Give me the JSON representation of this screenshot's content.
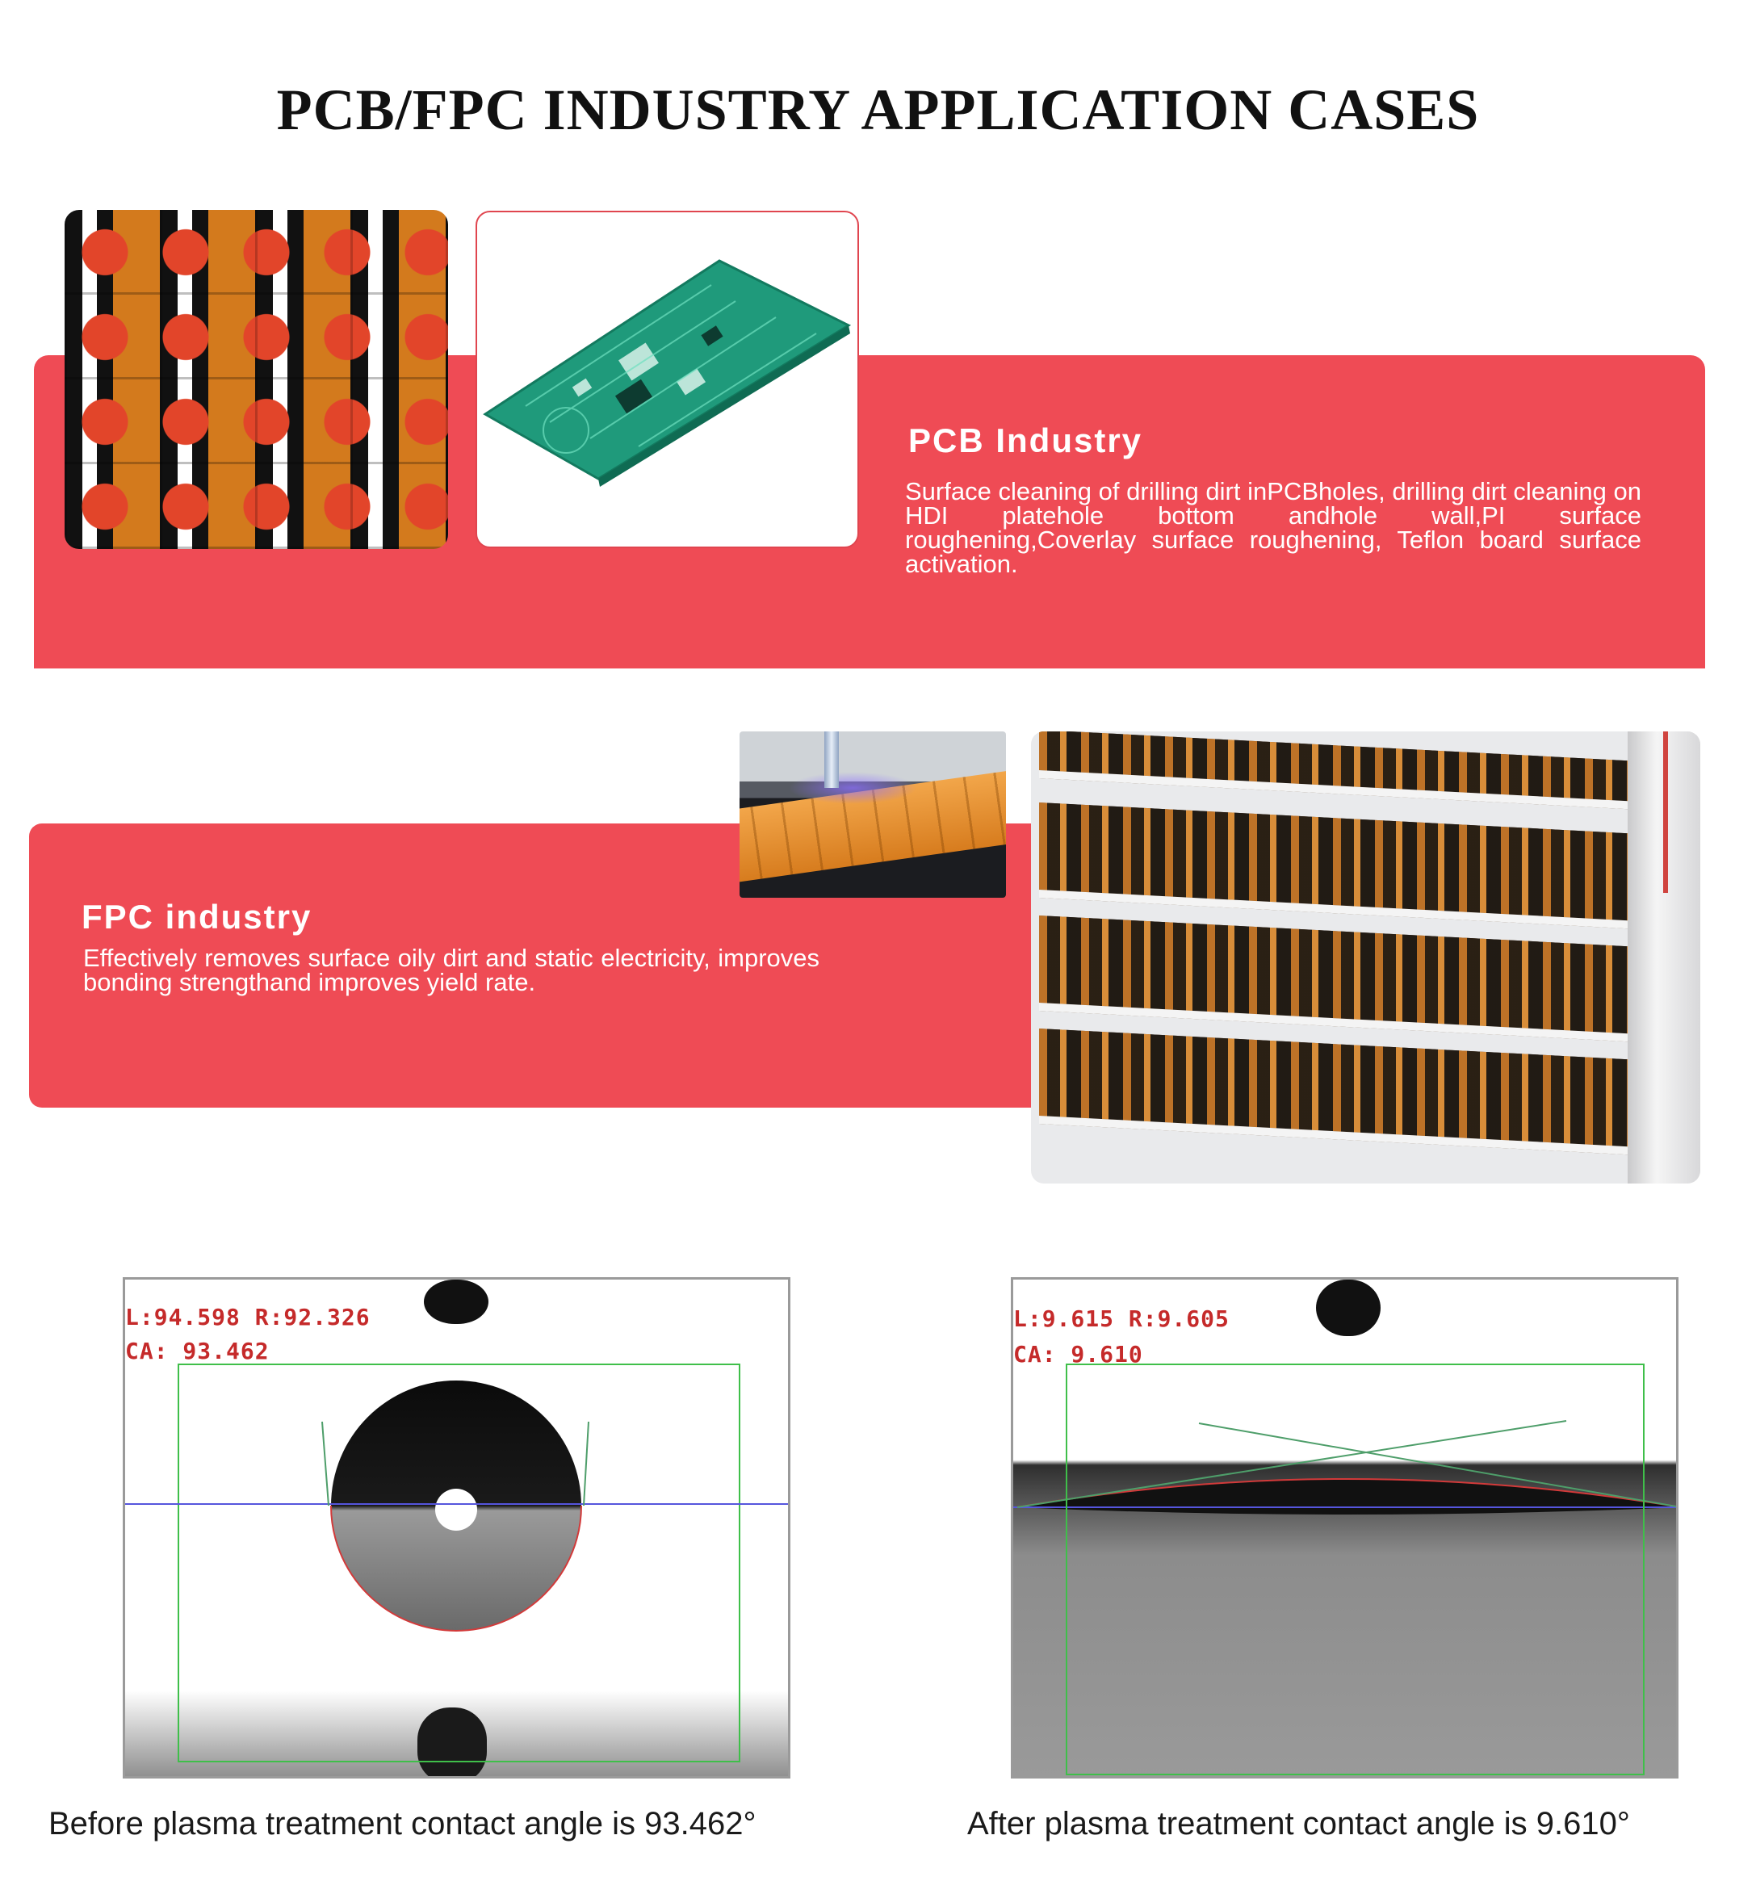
{
  "page": {
    "title": "PCB/FPC INDUSTRY APPLICATION CASES"
  },
  "pcb_section": {
    "heading": "PCB Industry",
    "description": "Surface cleaning of drilling dirt inPCBholes, drilling dirt cleaning on HDI platehole bottom andhole wall,PI surface roughening,Coverlay surface roughening, Teflon board surface activation."
  },
  "fpc_section": {
    "heading": "FPC industry",
    "description": "Effectively removes surface oily dirt and static electricity, improves bonding strengthand improves yield rate."
  },
  "contact_angle": {
    "before": {
      "left_right": "L:94.598  R:92.326",
      "ca": "CA: 93.462",
      "caption": "Before plasma treatment contact angle is 93.462°"
    },
    "after": {
      "left_right": "L:9.615  R:9.605",
      "ca": "CA: 9.610",
      "caption": "After plasma treatment contact angle is 9.610°"
    }
  },
  "colors": {
    "accent_red": "#ef4b55",
    "readout_red": "#c52a2a",
    "bounding_green": "#3fbf4a",
    "baseline_blue": "#5555dd"
  }
}
